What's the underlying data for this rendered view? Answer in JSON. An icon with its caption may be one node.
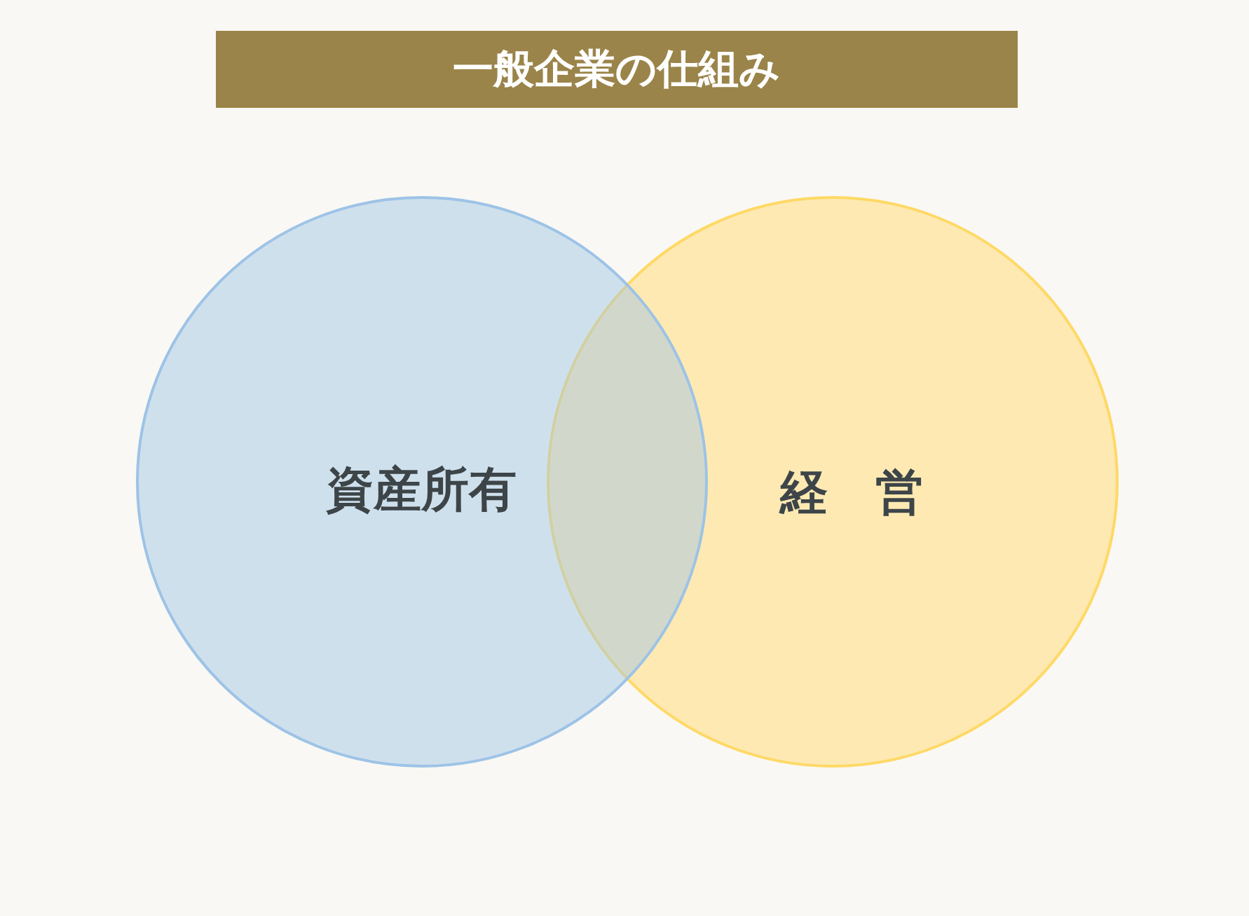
{
  "diagram": {
    "title": "一般企業の仕組み",
    "nodes": [
      {
        "text": [
          "資産所有"
        ]
      },
      {
        "text": [
          "経　営"
        ]
      }
    ]
  }
}
